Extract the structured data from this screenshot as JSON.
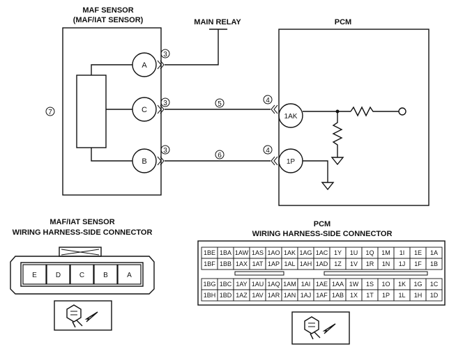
{
  "schematic": {
    "maf_title_1": "MAF SENSOR",
    "maf_title_2": "(MAF/IAT SENSOR)",
    "main_relay": "MAIN RELAY",
    "pcm": "PCM",
    "side_ref": "7",
    "maf_terminals": [
      "A",
      "C",
      "B"
    ],
    "maf_pin_refs": [
      "3",
      "3",
      "3"
    ],
    "wire_refs": [
      "5",
      "6"
    ],
    "pcm_pin_refs": [
      "4",
      "4"
    ],
    "pcm_terminals": [
      "1AK",
      "1P"
    ]
  },
  "maf_connector": {
    "title_1": "MAF/IAT SENSOR",
    "title_2": "WIRING HARNESS-SIDE CONNECTOR",
    "pins": [
      "E",
      "D",
      "C",
      "B",
      "A"
    ]
  },
  "pcm_connector": {
    "title_1": "PCM",
    "title_2": "WIRING HARNESS-SIDE CONNECTOR",
    "top_rows": [
      [
        "1BE",
        "1BA",
        "1AW",
        "1AS",
        "1AO",
        "1AK",
        "1AG",
        "1AC",
        "1Y",
        "1U",
        "1Q",
        "1M",
        "1I",
        "1E",
        "1A"
      ],
      [
        "1BF",
        "1BB",
        "1AX",
        "1AT",
        "1AP",
        "1AL",
        "1AH",
        "1AD",
        "1Z",
        "1V",
        "1R",
        "1N",
        "1J",
        "1F",
        "1B"
      ]
    ],
    "bottom_rows": [
      [
        "1BG",
        "1BC",
        "1AY",
        "1AU",
        "1AQ",
        "1AM",
        "1AI",
        "1AE",
        "1AA",
        "1W",
        "1S",
        "1O",
        "1K",
        "1G",
        "1C"
      ],
      [
        "1BH",
        "1BD",
        "1AZ",
        "1AV",
        "1AR",
        "1AN",
        "1AJ",
        "1AF",
        "1AB",
        "1X",
        "1T",
        "1P",
        "1L",
        "1H",
        "1D"
      ]
    ]
  }
}
